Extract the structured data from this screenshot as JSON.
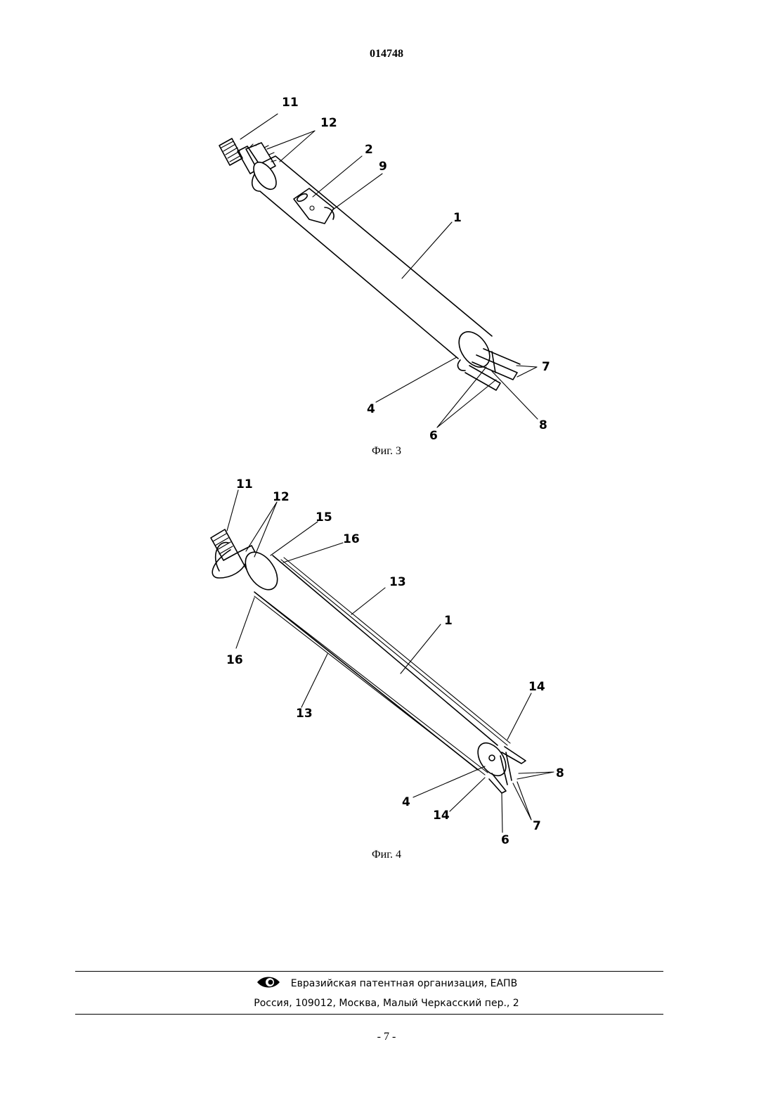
{
  "header": {
    "patent_number": "014748"
  },
  "figure3": {
    "caption": "Фиг. 3",
    "labels": [
      "11",
      "12",
      "2",
      "9",
      "1",
      "7",
      "4",
      "6",
      "8"
    ]
  },
  "figure4": {
    "caption": "Фиг. 4",
    "labels": [
      "11",
      "12",
      "15",
      "16",
      "13",
      "1",
      "16",
      "13",
      "14",
      "8",
      "4",
      "14",
      "7",
      "6"
    ]
  },
  "footer": {
    "org": "Евразийская патентная организация, ЕАПВ",
    "address": "Россия, 109012, Москва, Малый Черкасский пер., 2",
    "logo_icon": "eye-logo-icon"
  },
  "page": {
    "number": "- 7 -"
  }
}
